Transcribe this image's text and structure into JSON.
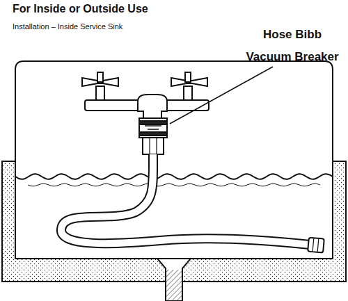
{
  "diagram": {
    "title": "For Inside or Outside Use",
    "labels": [
      "Installation – Inside Service Sink",
      "Hose Bibb Vacuum Breaker"
    ]
  }
}
